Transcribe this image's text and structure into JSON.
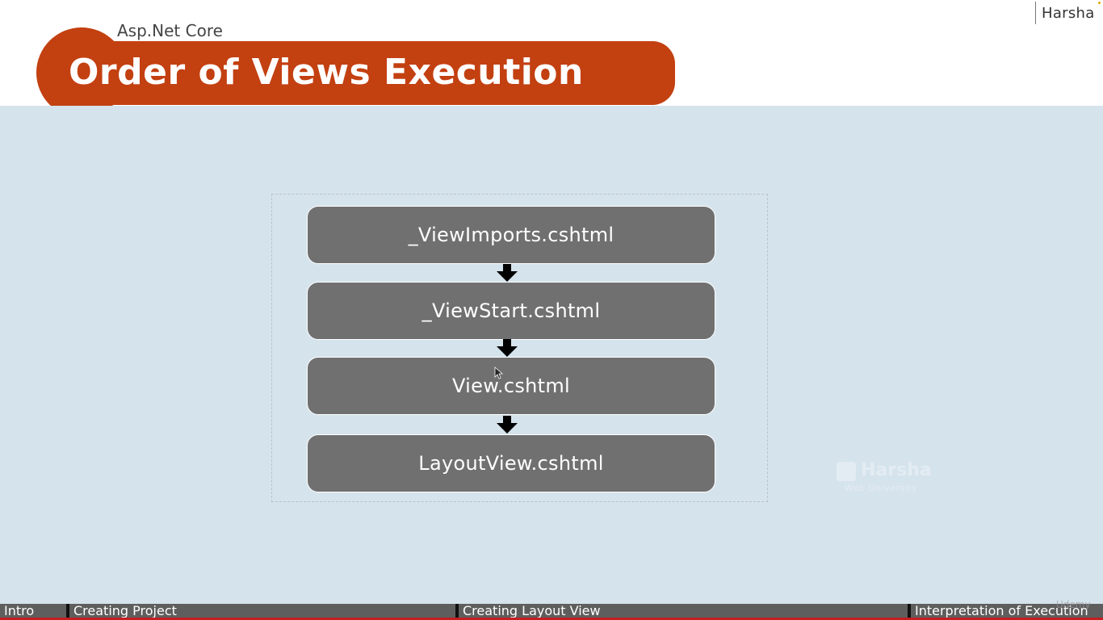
{
  "header": {
    "brand": "Harsha",
    "subtitle": "Asp.Net Core",
    "title": "Order of Views Execution",
    "accent_color": "#c34011"
  },
  "diagram": {
    "steps": [
      "_ViewImports.cshtml",
      "_ViewStart.cshtml",
      "View.cshtml",
      "LayoutView.cshtml"
    ],
    "box_color": "#707070",
    "arrow_icon": "arrow-down-icon"
  },
  "watermark": {
    "name": "Harsha",
    "sub": "Web University"
  },
  "chapters": [
    "Intro",
    "Creating Project",
    "Creating Layout View",
    "Interpretation of Execution"
  ],
  "player": {
    "watermark": "Udemy"
  }
}
